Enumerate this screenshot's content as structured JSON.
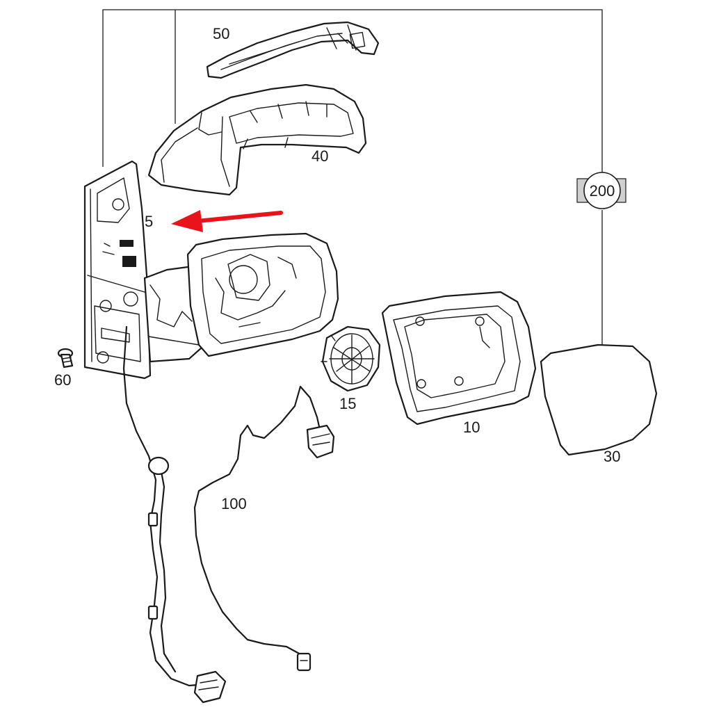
{
  "diagram": {
    "callouts": {
      "p5": "5",
      "p10": "10",
      "p15": "15",
      "p30": "30",
      "p40": "40",
      "p50": "50",
      "p60": "60",
      "p100": "100",
      "p200": "200"
    },
    "colors": {
      "line": "#1a1a1a",
      "arrow": "#e8131b",
      "badge_fill": "#cfcfcf",
      "background": "#ffffff"
    }
  }
}
